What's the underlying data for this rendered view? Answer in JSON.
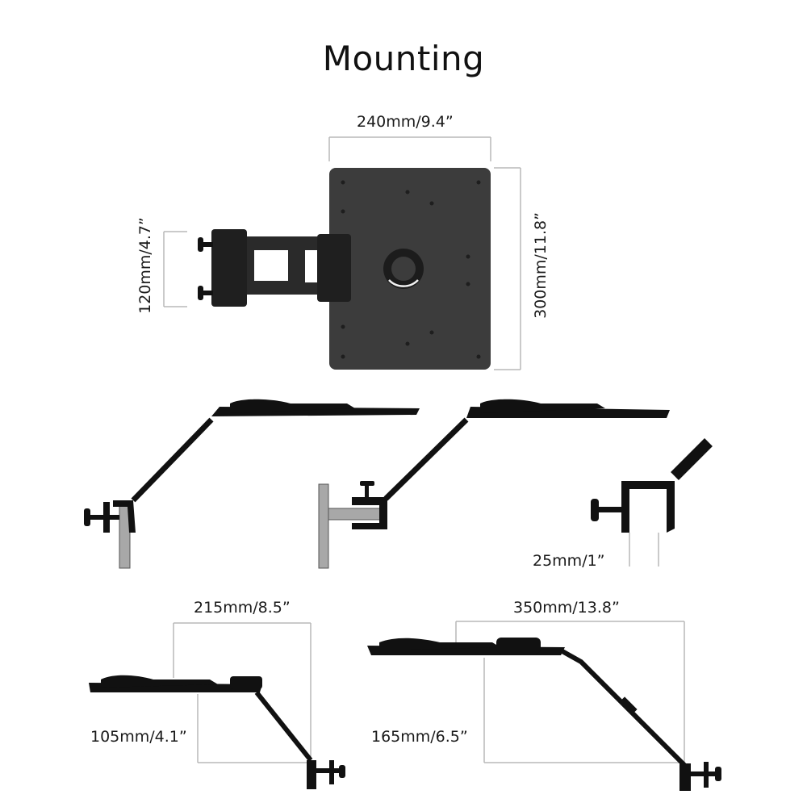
{
  "title": "Mounting",
  "dimensions": {
    "top_width": "240mm/9.4”",
    "top_height": "300mm/11.8”",
    "arm_height": "120mm/4.7”",
    "clamp_gap": "25mm/1”",
    "left_reach": "215mm/8.5”",
    "left_drop": "105mm/4.1”",
    "right_reach": "350mm/13.8”",
    "right_drop": "165mm/6.5”"
  },
  "colors": {
    "plate": "#3c3c3c",
    "metal": "#111111",
    "desk": "#a8a8a8",
    "dim_line": "#b8b8b8"
  }
}
